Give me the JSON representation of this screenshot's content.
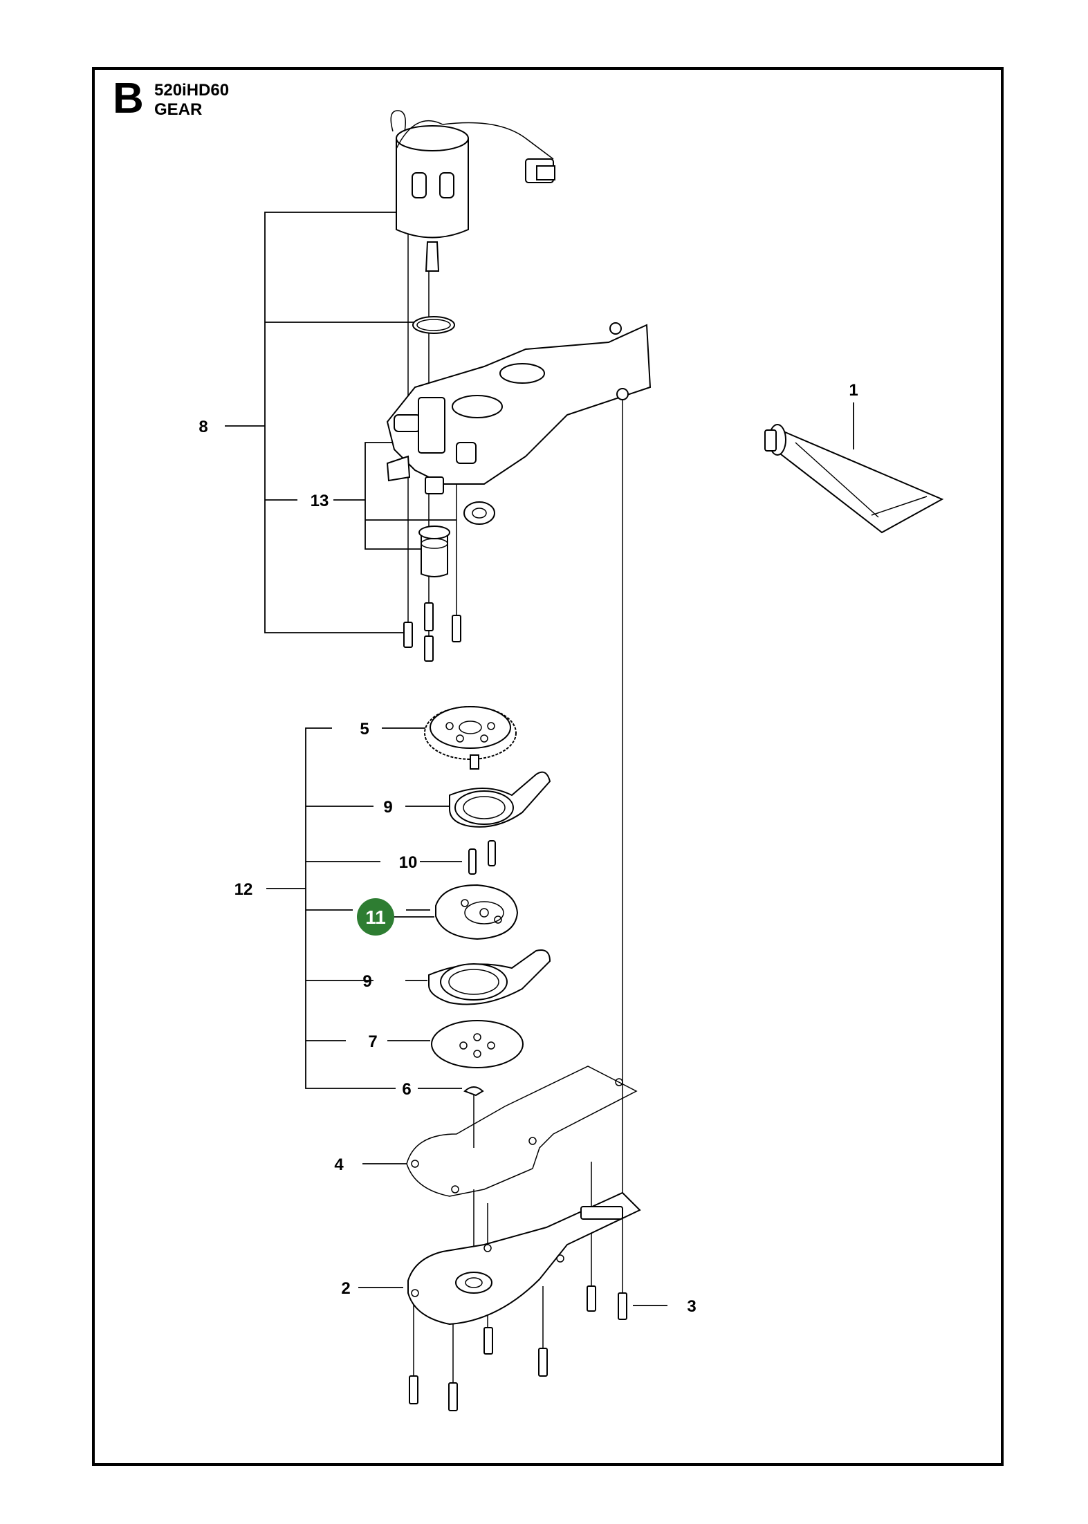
{
  "header": {
    "section_letter": "B",
    "model": "520iHD60",
    "title": "GEAR"
  },
  "callouts": [
    {
      "id": "c1",
      "number": "1"
    },
    {
      "id": "c2",
      "number": "2"
    },
    {
      "id": "c3",
      "number": "3"
    },
    {
      "id": "c4",
      "number": "4"
    },
    {
      "id": "c5",
      "number": "5"
    },
    {
      "id": "c6",
      "number": "6"
    },
    {
      "id": "c7",
      "number": "7"
    },
    {
      "id": "c8",
      "number": "8"
    },
    {
      "id": "c9a",
      "number": "9"
    },
    {
      "id": "c9b",
      "number": "9"
    },
    {
      "id": "c10",
      "number": "10"
    },
    {
      "id": "c11",
      "number": "11",
      "highlighted": true
    },
    {
      "id": "c12",
      "number": "12"
    },
    {
      "id": "c13",
      "number": "13"
    }
  ],
  "colors": {
    "highlight": "#2e7d32",
    "line": "#000000"
  }
}
